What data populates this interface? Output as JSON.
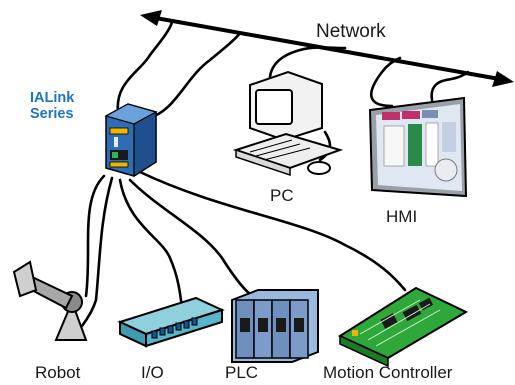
{
  "network": {
    "label": "Network"
  },
  "gateway": {
    "line1": "IALink",
    "line2": "Series"
  },
  "devices": {
    "pc": "PC",
    "hmi": "HMI",
    "robot": "Robot",
    "io": "I/O",
    "plc": "PLC",
    "motion": "Motion Controller"
  },
  "colors": {
    "brand_blue": "#1e74c4",
    "gateway_body": "#3e7ec2",
    "board_green": "#2fa83a",
    "io_teal": "#55b7c9"
  }
}
